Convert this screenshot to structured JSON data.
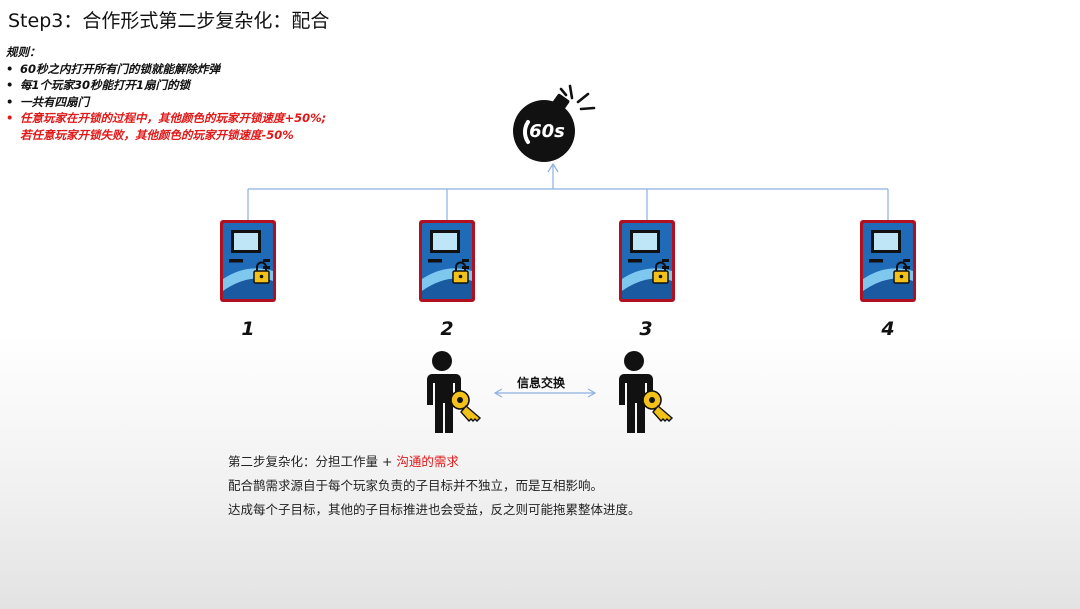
{
  "title": "Step3：合作形式第二步复杂化：配合",
  "rules": {
    "heading": "规则：",
    "items": [
      "60秒之内打开所有门的锁就能解除炸弹",
      "每1个玩家30秒能打开1扇门的锁",
      "一共有四扇门",
      "任意玩家在开锁的过程中，其他颜色的玩家开锁速度+50%;"
    ],
    "continuation": "若任意玩家开锁失败，其他颜色的玩家开锁速度-50%"
  },
  "bomb": {
    "label": "60s",
    "icon": "bomb-icon"
  },
  "doors": [
    {
      "number": "1",
      "icon": "locked-door-icon"
    },
    {
      "number": "2",
      "icon": "locked-door-icon"
    },
    {
      "number": "3",
      "icon": "locked-door-icon"
    },
    {
      "number": "4",
      "icon": "locked-door-icon"
    }
  ],
  "players": {
    "icon": "person-with-key-icon",
    "exchange_label": "信息交换"
  },
  "notes": {
    "line1_prefix": "第二步复杂化：分担工作量 + ",
    "line1_highlight": "沟通的需求",
    "line2": "配合鹊需求源自于每个玩家负责的子目标并不独立，而是互相影响。",
    "line3": "达成每个子目标，其他的子目标推进也会受益，反之则可能拖累整体进度。"
  },
  "colors": {
    "line": "#8db0e0",
    "highlight": "#e01818",
    "door_blue": "#1f6bb8",
    "door_frame": "#b01020",
    "lock": "#f2c21a",
    "key": "#f2c21a"
  }
}
